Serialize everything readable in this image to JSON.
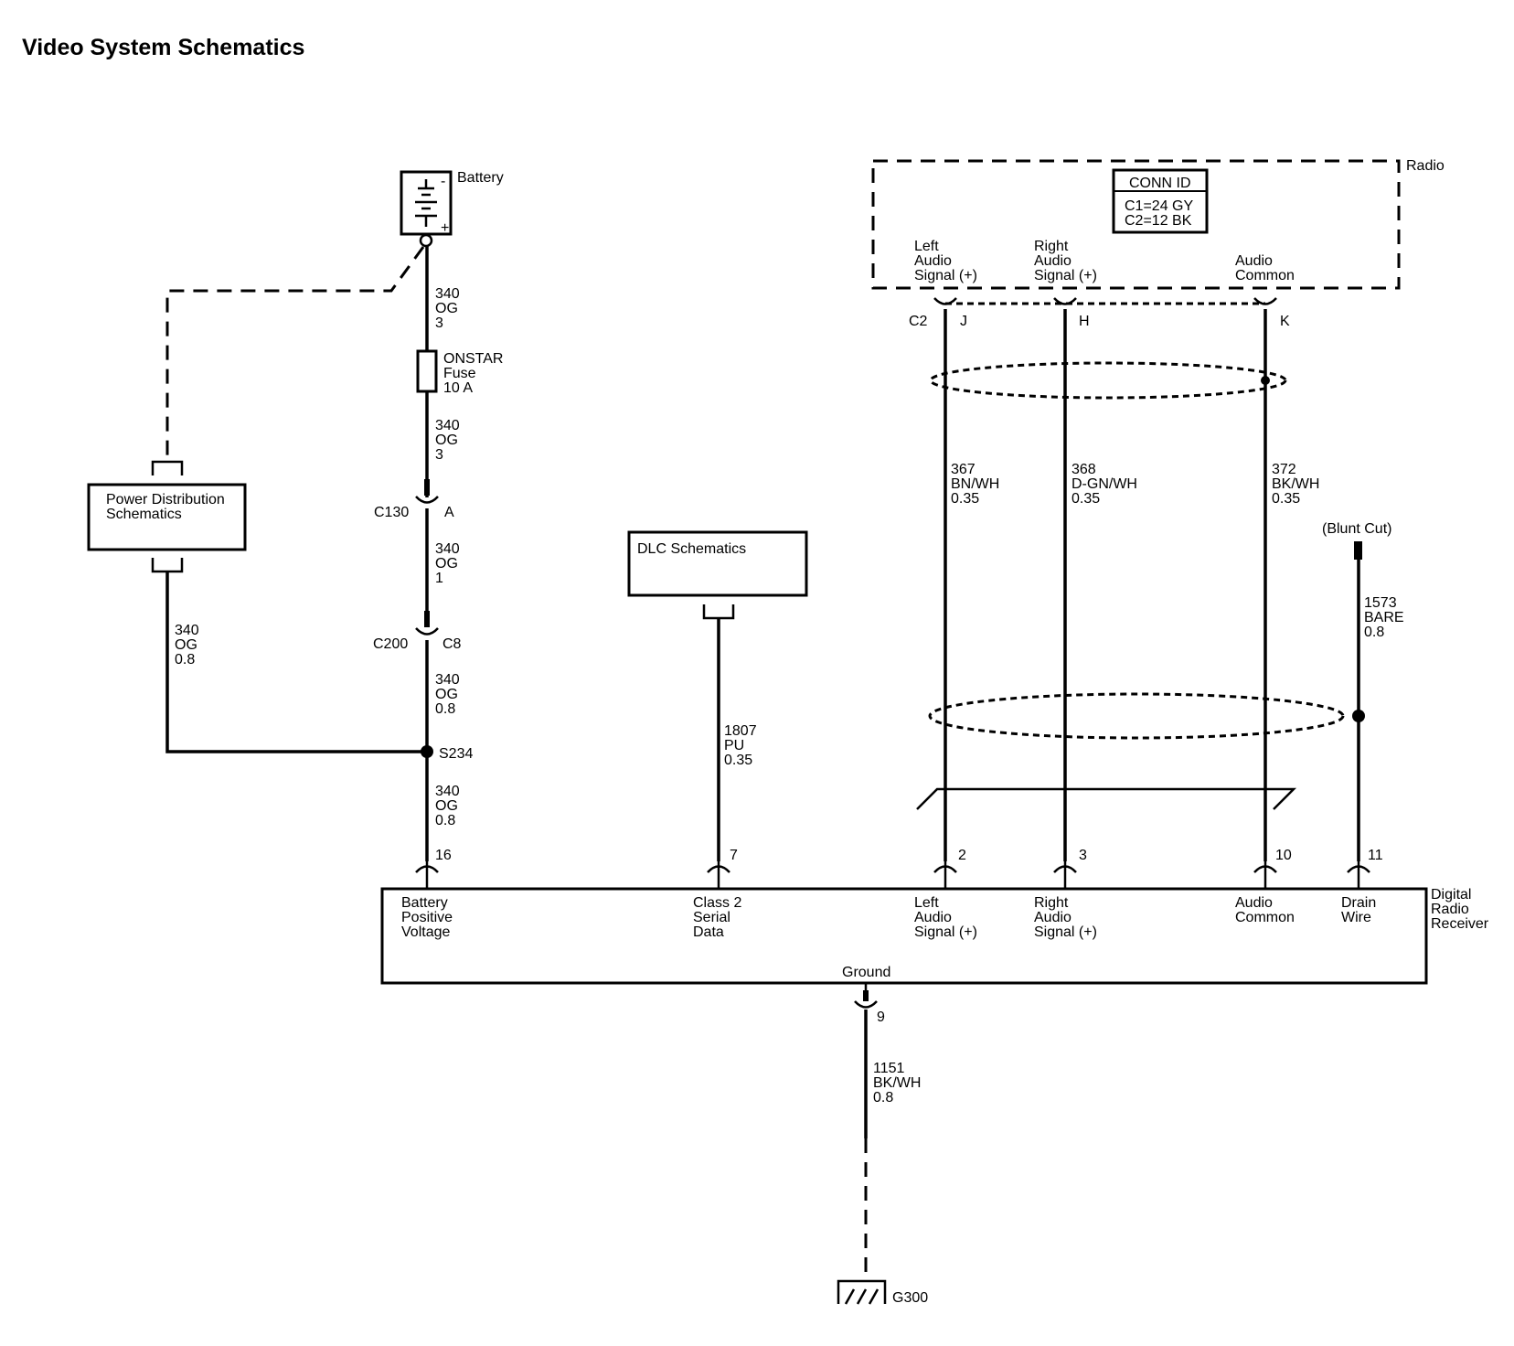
{
  "title": "Video System Schematics",
  "battery": {
    "label": "Battery",
    "neg": "-",
    "pos": "+"
  },
  "radio": {
    "label": "Radio",
    "conn_id": {
      "header": "CONN ID",
      "line1": "C1=24 GY",
      "line2": "C2=12 BK"
    },
    "pins": [
      {
        "l1": "Left",
        "l2": "Audio",
        "l3": "Signal (+)",
        "pin": "J"
      },
      {
        "l1": "Right",
        "l2": "Audio",
        "l3": "Signal (+)",
        "pin": "H"
      },
      {
        "l1": "Audio",
        "l2": "Common",
        "l3": "",
        "pin": "K"
      }
    ],
    "connector": "C2"
  },
  "power_dist": {
    "line1": "Power Distribution",
    "line2": "Schematics"
  },
  "dlc": {
    "label": "DLC Schematics"
  },
  "fuse": {
    "l1": "ONSTAR",
    "l2": "Fuse",
    "l3": "10 A"
  },
  "connectors": {
    "c130": "C130",
    "c130_pin": "A",
    "c200": "C200",
    "c200_pin": "C8",
    "s234": "S234"
  },
  "wires": {
    "w1": [
      "340",
      "OG",
      "3"
    ],
    "w2": [
      "340",
      "OG",
      "3"
    ],
    "w3": [
      "340",
      "OG",
      "1"
    ],
    "w4": [
      "340",
      "OG",
      "0.8"
    ],
    "w5": [
      "340",
      "OG",
      "0.8"
    ],
    "w_pd": [
      "340",
      "OG",
      "0.8"
    ],
    "w_dlc": [
      "1807",
      "PU",
      "0.35"
    ],
    "w_left": [
      "367",
      "BN/WH",
      "0.35"
    ],
    "w_right": [
      "368",
      "D-GN/WH",
      "0.35"
    ],
    "w_common": [
      "372",
      "BK/WH",
      "0.35"
    ],
    "w_drain": [
      "1573",
      "BARE",
      "0.8"
    ],
    "w_ground": [
      "1151",
      "BK/WH",
      "0.8"
    ]
  },
  "blunt_cut": "(Blunt Cut)",
  "receiver": {
    "name": [
      "Digital",
      "Radio",
      "Receiver"
    ],
    "pins": [
      {
        "num": "16",
        "l1": "Battery",
        "l2": "Positive",
        "l3": "Voltage"
      },
      {
        "num": "7",
        "l1": "Class 2",
        "l2": "Serial",
        "l3": "Data"
      },
      {
        "num": "2",
        "l1": "Left",
        "l2": "Audio",
        "l3": "Signal (+)"
      },
      {
        "num": "3",
        "l1": "Right",
        "l2": "Audio",
        "l3": "Signal (+)"
      },
      {
        "num": "10",
        "l1": "Audio",
        "l2": "Common",
        "l3": ""
      },
      {
        "num": "11",
        "l1": "Drain",
        "l2": "Wire",
        "l3": ""
      }
    ],
    "ground_label": "Ground",
    "ground_pin": "9"
  },
  "ground": {
    "label": "G300"
  }
}
